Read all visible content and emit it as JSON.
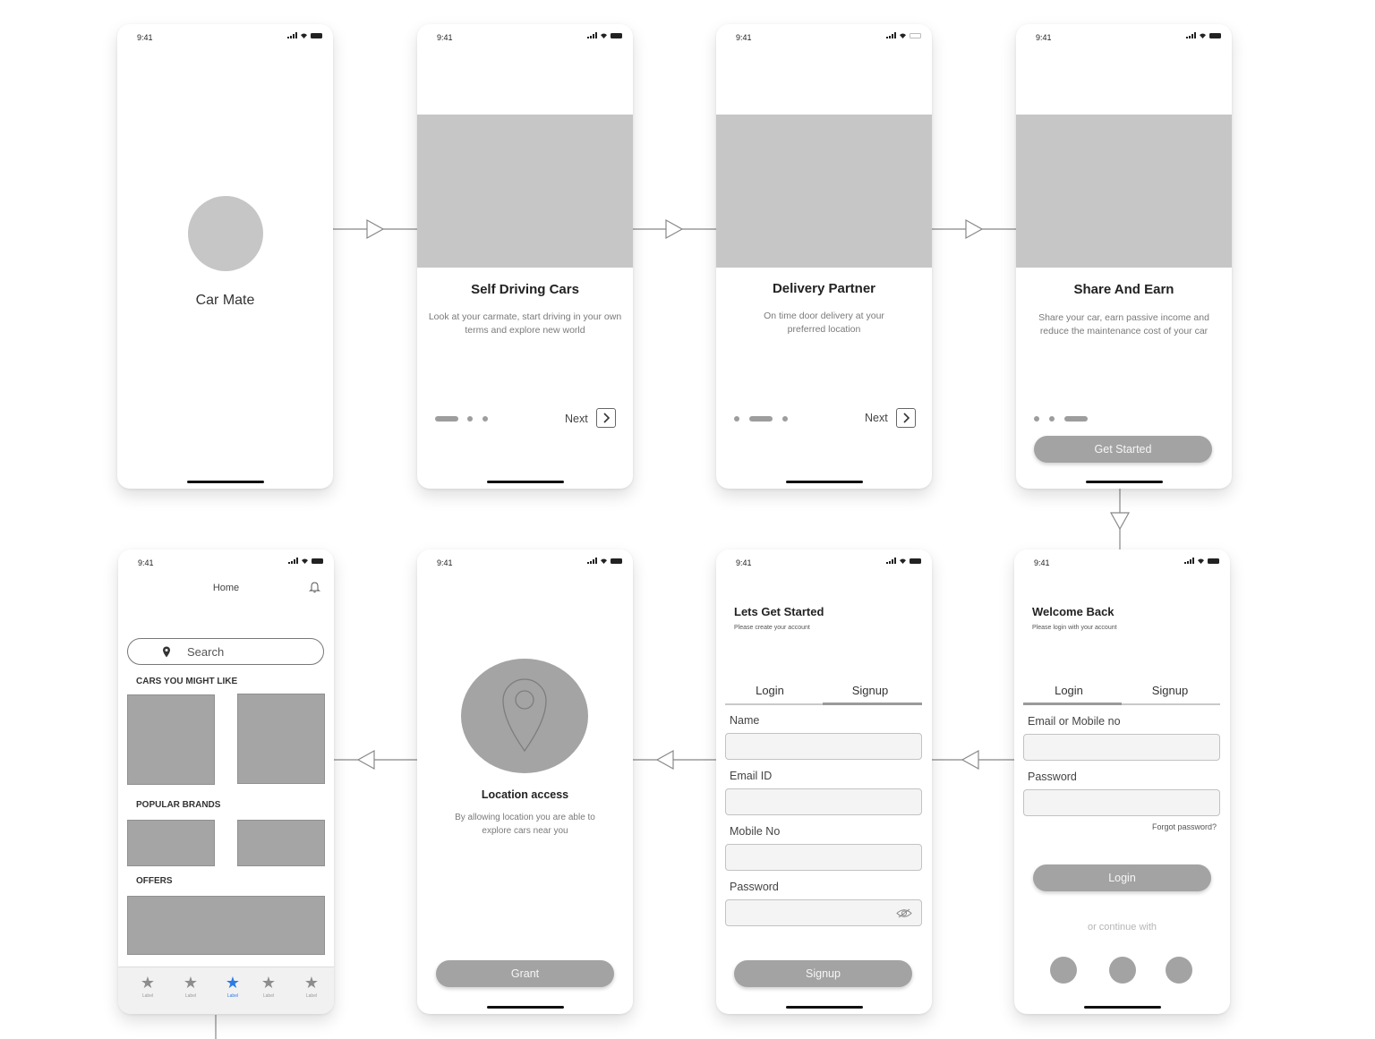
{
  "status_time": "9:41",
  "splash": {
    "app_name": "Car Mate"
  },
  "onboarding": [
    {
      "title": "Self Driving Cars",
      "description": "Look at your carmate, start driving in your own terms and explore new world",
      "next_label": "Next"
    },
    {
      "title": "Delivery Partner",
      "description": "On time door delivery at your preferred location",
      "next_label": "Next"
    },
    {
      "title": "Share And Earn",
      "description": "Share your car, earn passive income and reduce the maintenance cost of your car",
      "cta_label": "Get Started"
    }
  ],
  "login": {
    "title": "Welcome Back",
    "subtitle": "Please login with your account",
    "tabs": [
      "Login",
      "Signup"
    ],
    "active_tab": "Login",
    "fields": [
      "Email or Mobile no",
      "Password"
    ],
    "forgot_label": "Forgot password?",
    "submit_label": "Login",
    "continue_with": "or continue with"
  },
  "signup": {
    "title": "Lets Get Started",
    "subtitle": "Please create your account",
    "tabs": [
      "Login",
      "Signup"
    ],
    "active_tab": "Signup",
    "fields": [
      "Name",
      "Email ID",
      "Mobile No",
      "Password"
    ],
    "submit_label": "Signup"
  },
  "location": {
    "title": "Location access",
    "description": "By allowing location  you are able to explore cars near you",
    "button_label": "Grant",
    "icon": "map-pin-icon"
  },
  "home": {
    "title": "Home",
    "search_placeholder": "Search",
    "sections": [
      "CARS YOU MIGHT LIKE",
      "POPULAR BRANDS",
      "OFFERS"
    ],
    "nav_items": [
      "Label",
      "Label",
      "Label",
      "Label",
      "Label"
    ],
    "nav_active_index": 2,
    "accent_color": "#2c7be5"
  },
  "colors": {
    "placeholder_fill": "#c6c6c6",
    "button_fill": "#a3a3a3",
    "accent": "#2c7be5"
  }
}
